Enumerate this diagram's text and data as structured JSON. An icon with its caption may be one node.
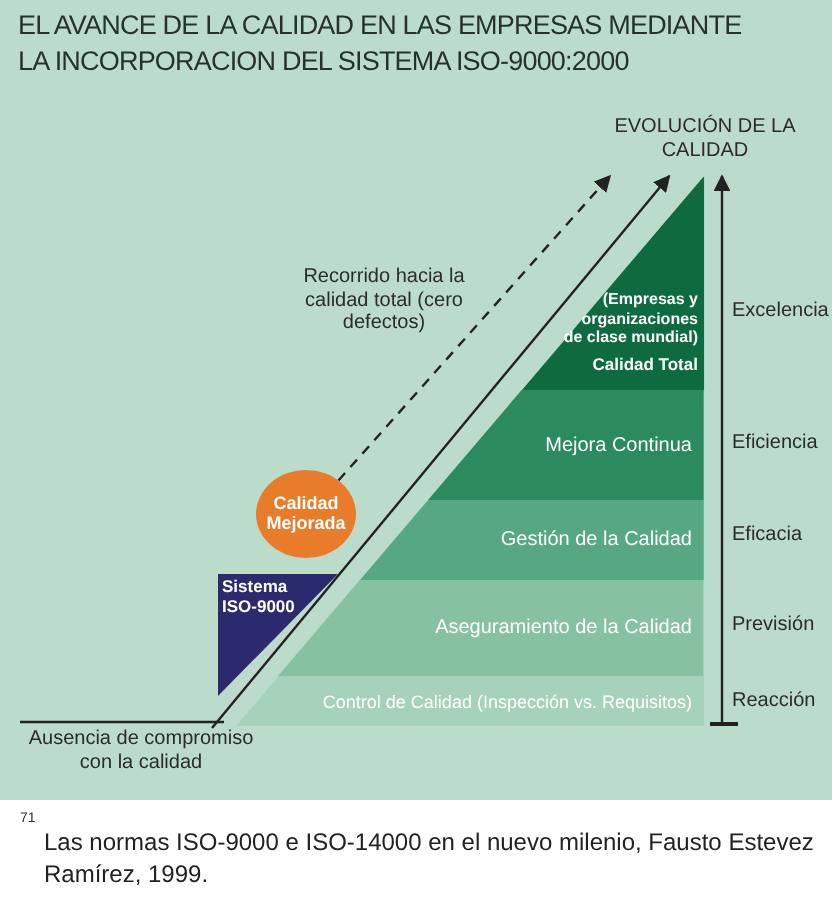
{
  "diagram": {
    "title": "EL AVANCE DE LA CALIDAD EN LAS EMPRESAS MEDIANTE LA INCORPORACION DEL SISTEMA ISO-9000:2000",
    "caption": "Las normas ISO-9000 e ISO-14000 en el nuevo milenio, Fausto Estevez Ramírez, 1999.",
    "nodes": [
      {
        "text": [
          "(Empresas y organizaciones de clase mundial)",
          "Calidad Total"
        ]
      },
      {
        "text": [
          "Mejora Continua"
        ]
      },
      {
        "text": [
          "Gestión de la Calidad"
        ]
      },
      {
        "text": [
          "Aseguramiento de la Calidad"
        ]
      },
      {
        "text": [
          "Control de Calidad (Inspección vs. Requisitos)"
        ]
      },
      {
        "text": [
          "Calidad Mejorada"
        ]
      },
      {
        "text": [
          "Sistema ISO-9000"
        ]
      },
      {
        "text": [
          "Ausencia de compromiso con la calidad"
        ]
      },
      {
        "text": [
          "EVOLUCIÓN DE LA CALIDAD"
        ]
      },
      {
        "text": [],
        "shape": "bar"
      }
    ],
    "edges": [
      {
        "from": 5,
        "to": 8,
        "arrow": "to",
        "style": "dashed"
      },
      {
        "from": 7,
        "to": 8,
        "arrow": "to"
      },
      {
        "from": 9,
        "to": 8,
        "arrow": "to"
      }
    ],
    "labels": [
      "Recorrido hacia la calidad total (cero defectos)",
      "Excelencia",
      "Eficiencia",
      "Eficacia",
      "Previsión",
      "Reacción",
      "71"
    ]
  }
}
